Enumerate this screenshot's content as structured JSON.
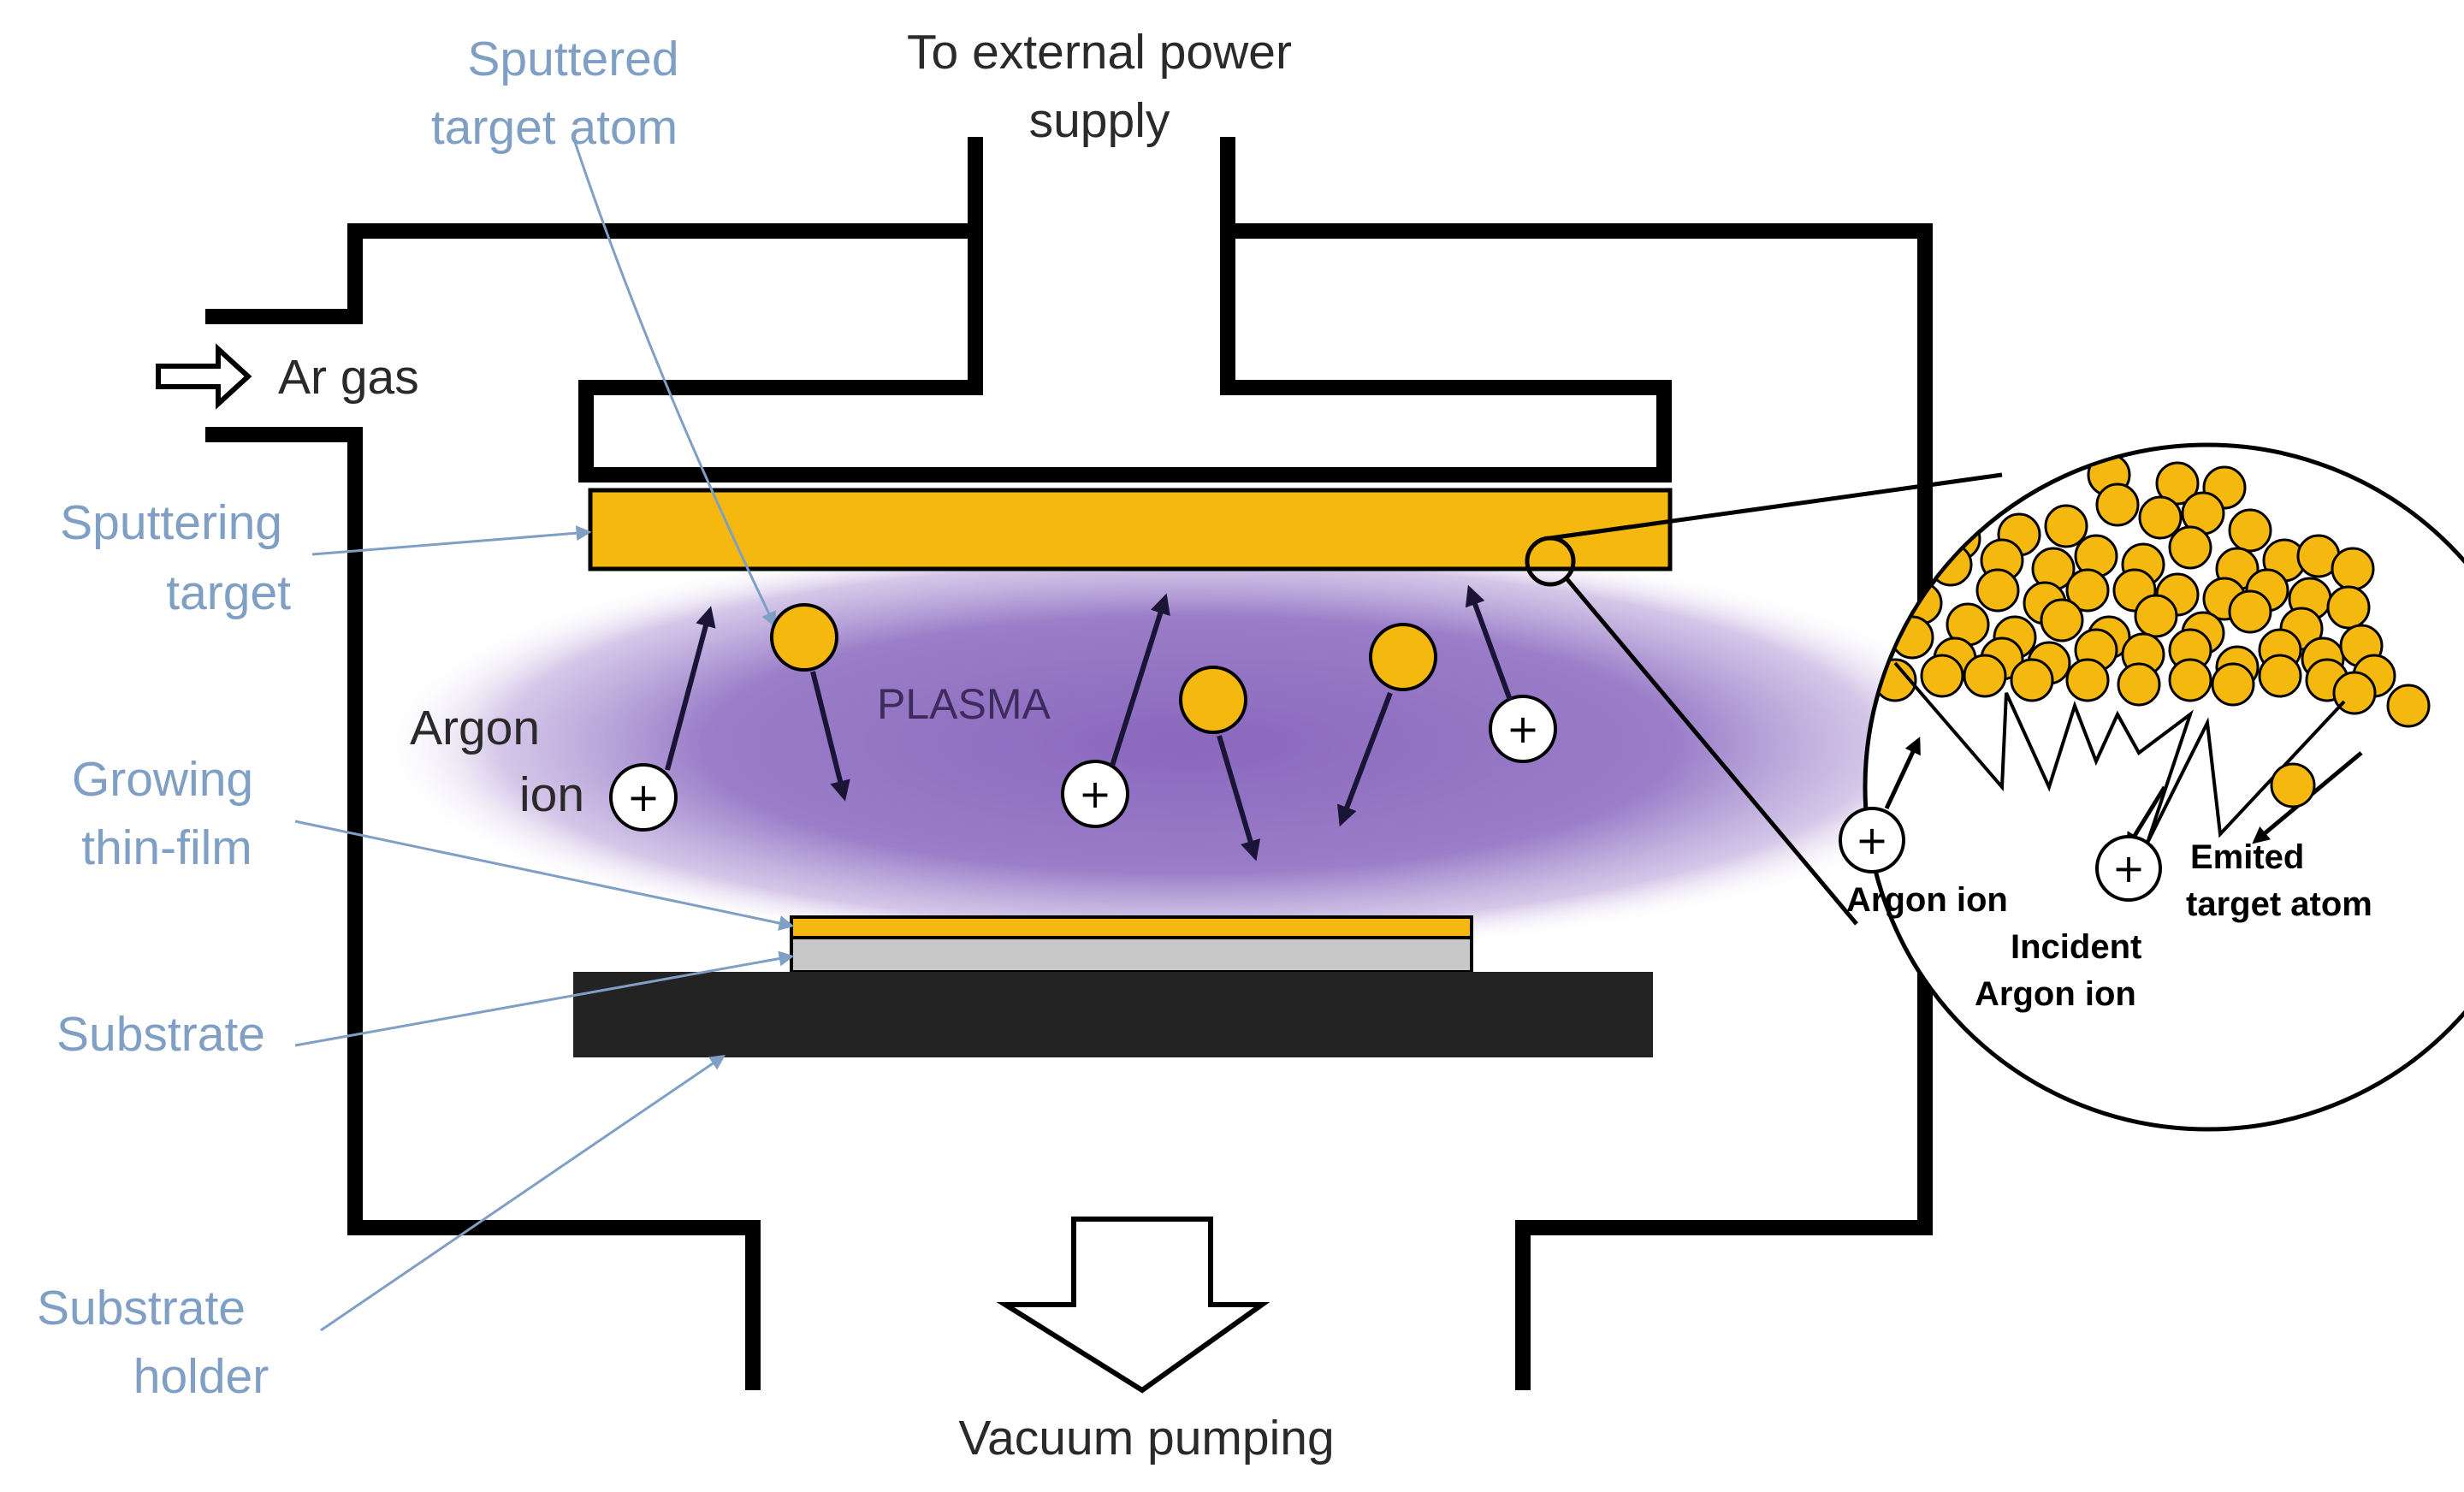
{
  "labels": {
    "power_supply": [
      "To external power",
      "supply"
    ],
    "sputtered_target_atom": [
      "Sputtered",
      "target atom"
    ],
    "ar_gas": "Ar gas",
    "sputtering_target": [
      "Sputtering",
      "target"
    ],
    "argon_ion": [
      "Argon",
      "ion"
    ],
    "plasma": "PLASMA",
    "growing_thin_film": [
      "Growing",
      "thin-film"
    ],
    "substrate": "Substrate",
    "substrate_holder": [
      "Substrate",
      "holder"
    ],
    "vacuum_pumping": "Vacuum pumping"
  },
  "inset": {
    "argon_ion": "Argon ion",
    "incident_argon_ion": [
      "Incident",
      "Argon  ion"
    ],
    "emitted_target_atom": [
      "Emited",
      "target atom"
    ]
  },
  "ion_symbol": "+",
  "colors": {
    "target": "#f5b80e",
    "plasma": "#8f6fbf",
    "substrate": "#c8c8c8",
    "holder": "#222222",
    "label_blue": "#7f9fc4",
    "wall": "#000000"
  }
}
